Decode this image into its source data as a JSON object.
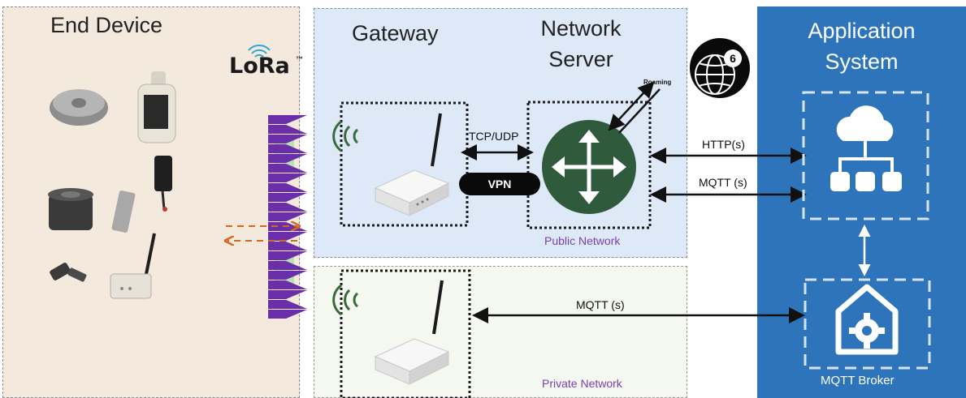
{
  "sections": {
    "end_device": "End Device",
    "gateway": "Gateway",
    "network_server": [
      "Network",
      "Server"
    ],
    "application_system": [
      "Application",
      "System"
    ]
  },
  "logo": {
    "text": "LoRa",
    "tm": "™"
  },
  "labels": {
    "tcp_udp": "TCP/UDP",
    "vpn": "VPN",
    "roaming": "Roaming",
    "http": "HTTP(s)",
    "mqtt_upper": "MQTT (s)",
    "mqtt_lower": "MQTT (s)",
    "public_network": "Public Network",
    "private_network": "Private Network",
    "mqtt_broker": "MQTT Broker"
  },
  "colors": {
    "end_device_bg": "#f3e9dc",
    "public_bg": "#dde9f7",
    "private_bg": "#f4f8f0",
    "app_bg": "#2e74bb",
    "router_green": "#2f5a3c",
    "chirp_purple": "#6a2fa8",
    "chirp_green": "#b9e2b0",
    "arrow_orange": "#d2691e",
    "label_purple": "#7a3fae"
  }
}
